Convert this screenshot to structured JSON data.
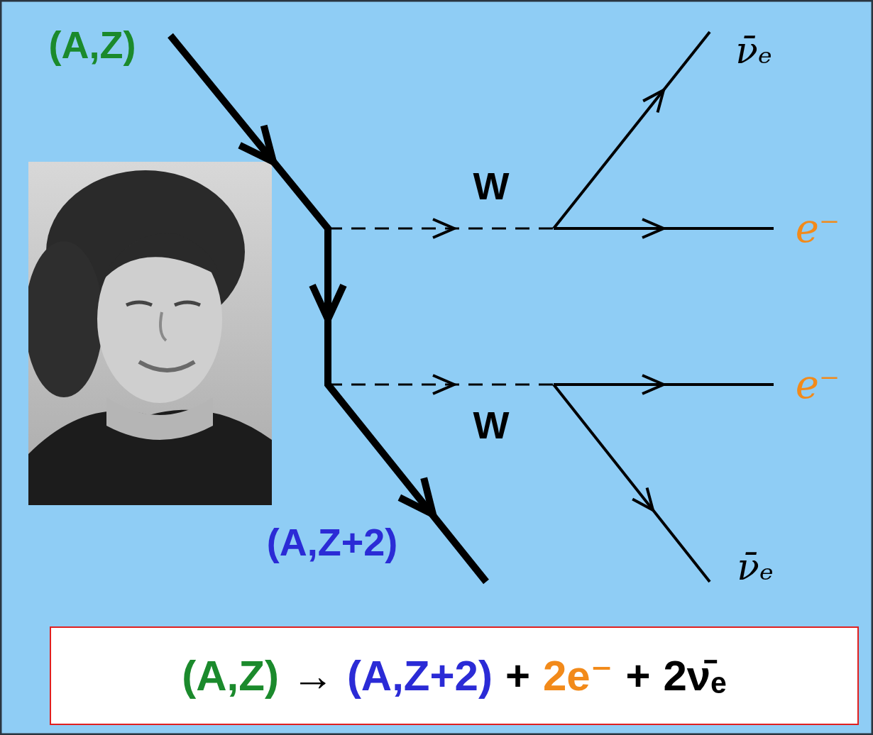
{
  "diagram": {
    "nodes": [
      {
        "text": [
          "(A,Z)",
          "→",
          "(A,Z+2)",
          "+",
          "2e⁻",
          "+",
          "2ν̄ₑ"
        ]
      }
    ],
    "labels": [
      "(A,Z)",
      "ν̄ₑ",
      "W",
      "e⁻",
      "e⁻",
      "W",
      "(A,Z+2)",
      "ν̄ₑ"
    ]
  }
}
